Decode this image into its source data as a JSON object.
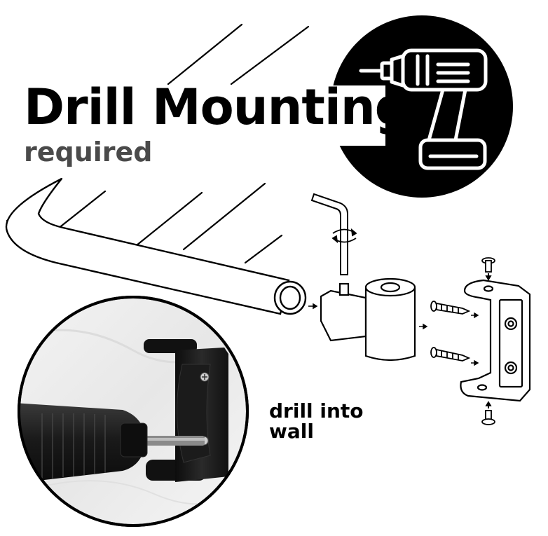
{
  "headline": {
    "title": "Drill Mounting",
    "subtitle": "required"
  },
  "photo_caption": {
    "line1": "drill into",
    "line2": "wall"
  },
  "icons": {
    "badge": "power-drill-icon",
    "rotate": "rotate-arrows-icon"
  },
  "colors": {
    "ink": "#000000",
    "subtitle": "#4a4a4a",
    "background": "#ffffff"
  }
}
